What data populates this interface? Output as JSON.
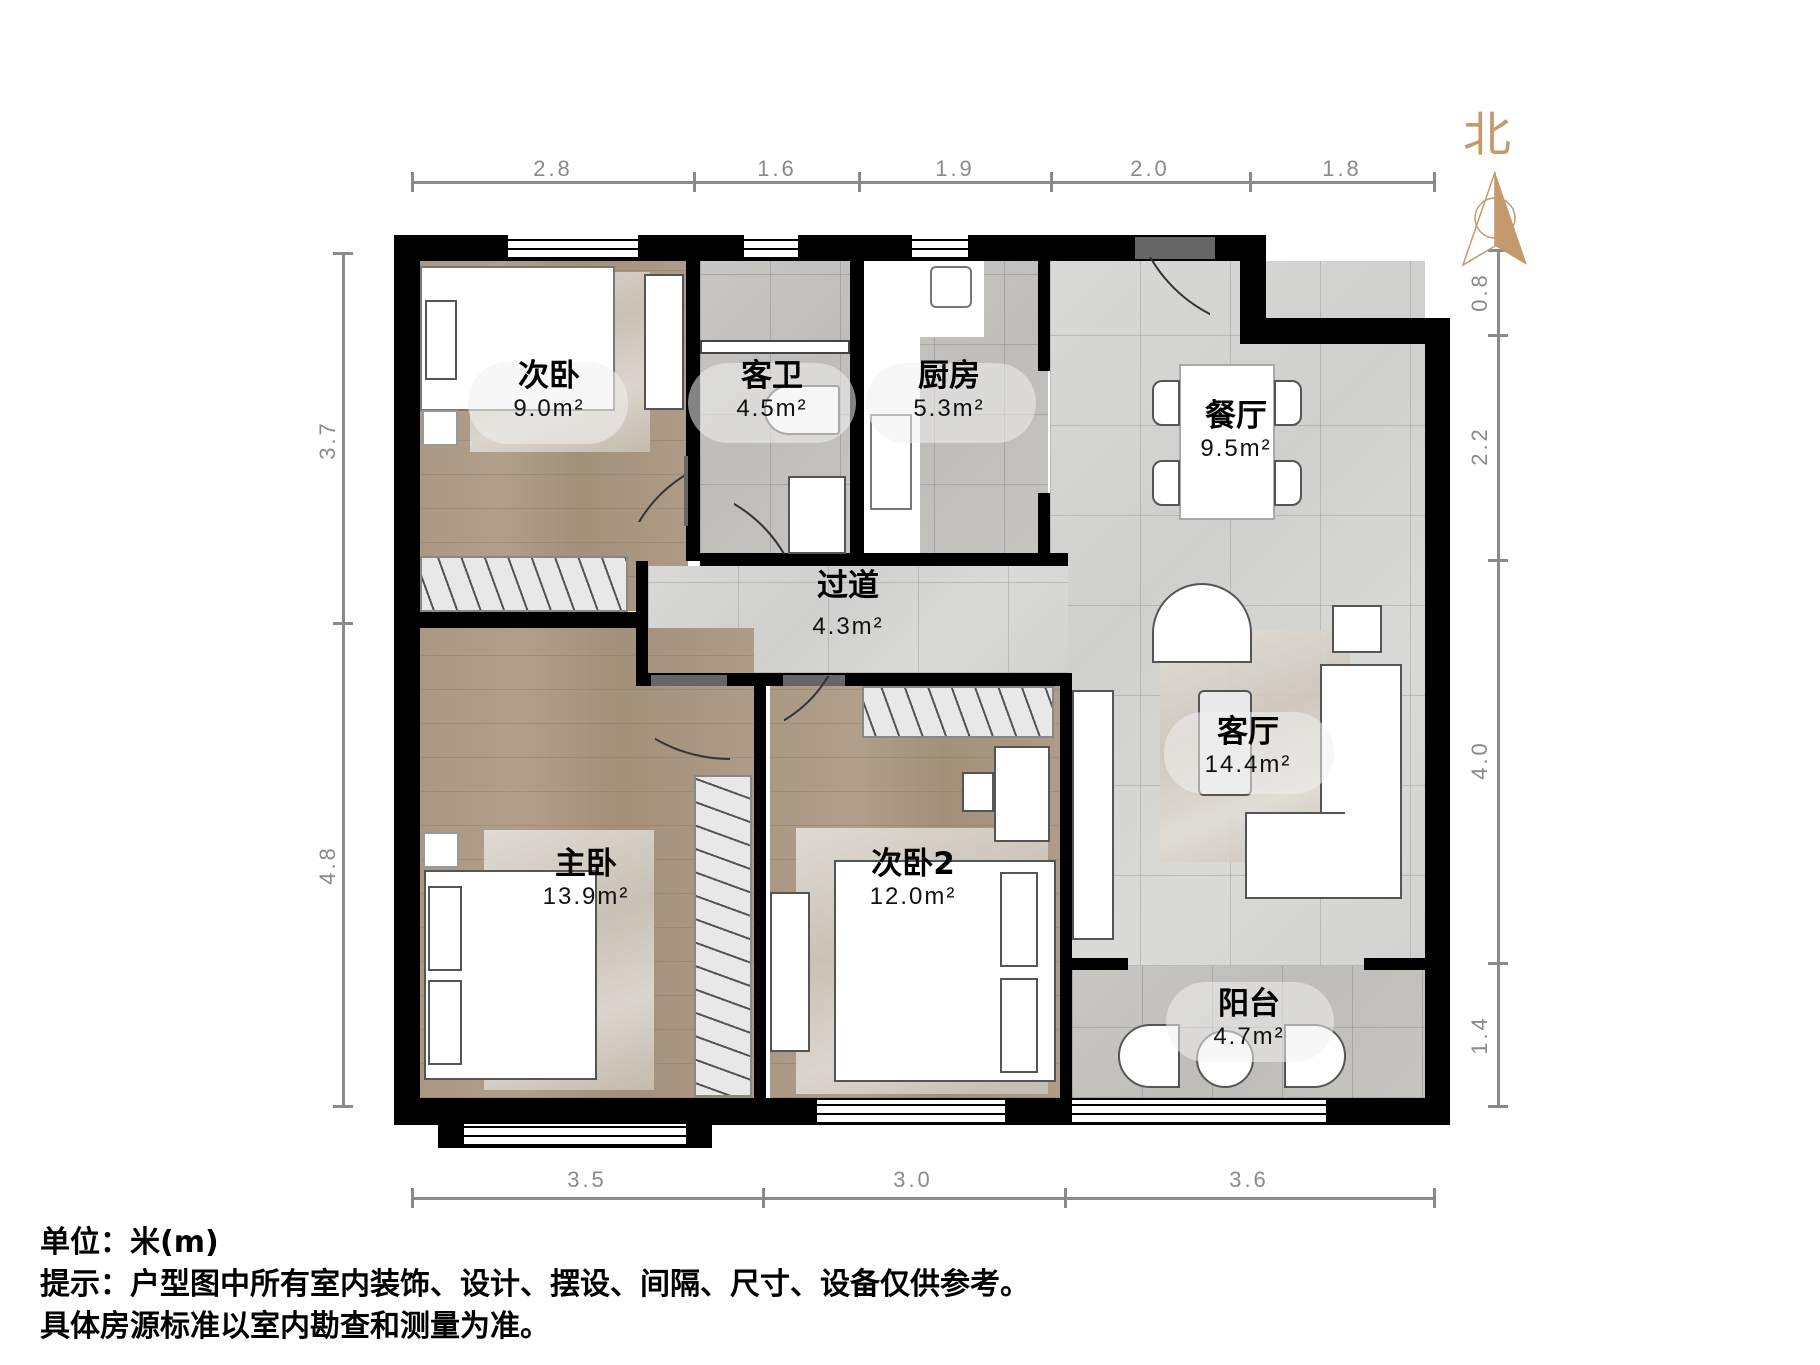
{
  "compass": {
    "label": "北",
    "color": "#c49a6c"
  },
  "dimensions": {
    "top": [
      "2.8",
      "1.6",
      "1.9",
      "2.0",
      "1.8"
    ],
    "bottom": [
      "3.5",
      "3.0",
      "3.6"
    ],
    "left": [
      "3.7",
      "4.8"
    ],
    "right": [
      "0.8",
      "2.2",
      "4.0",
      "1.4"
    ]
  },
  "rooms": [
    {
      "id": "secondary-bedroom",
      "name": "次卧",
      "area": "9.0m²"
    },
    {
      "id": "guest-bathroom",
      "name": "客卫",
      "area": "4.5m²"
    },
    {
      "id": "kitchen",
      "name": "厨房",
      "area": "5.3m²"
    },
    {
      "id": "dining-room",
      "name": "餐厅",
      "area": "9.5m²"
    },
    {
      "id": "corridor",
      "name": "过道",
      "area": "4.3m²"
    },
    {
      "id": "living-room",
      "name": "客厅",
      "area": "14.4m²"
    },
    {
      "id": "master-bedroom",
      "name": "主卧",
      "area": "13.9m²"
    },
    {
      "id": "secondary-bedroom-2",
      "name": "次卧2",
      "area": "12.0m²"
    },
    {
      "id": "balcony",
      "name": "阳台",
      "area": "4.7m²"
    }
  ],
  "notes": {
    "unit": "单位：米(m)",
    "disclaimer_1": "提示：户型图中所有室内装饰、设计、摆设、间隔、尺寸、设备仅供参考。",
    "disclaimer_2": "具体房源标准以室内勘查和测量为准。"
  },
  "colors": {
    "wall": "#000000",
    "dimension": "#8a8a8a",
    "wood_floor": "#a99682",
    "tile_floor": "#d4d4d2"
  }
}
